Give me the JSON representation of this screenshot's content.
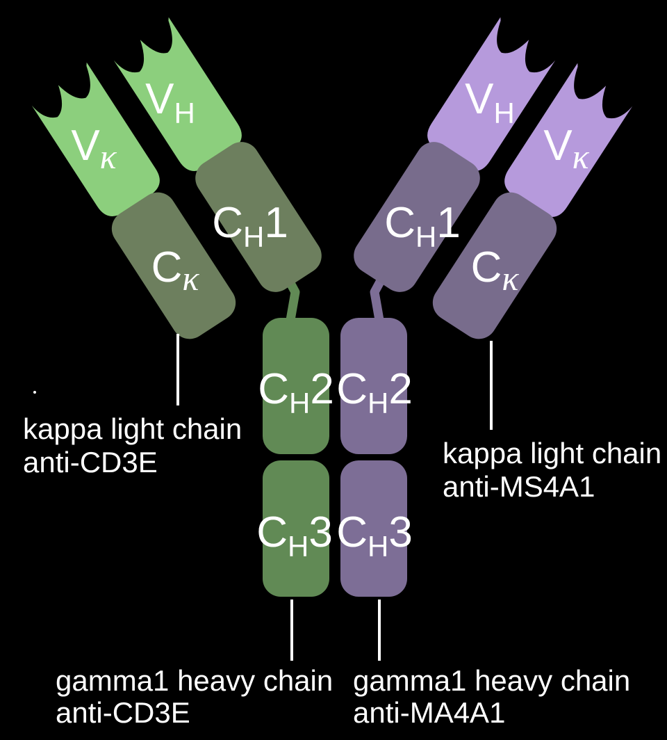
{
  "colors": {
    "background": "#000000",
    "light_green": "#8ccf7d",
    "dark_green": "#6d7f5e",
    "stem_green": "#618a55",
    "light_purple": "#b69adc",
    "dark_purple": "#786c8c",
    "stem_purple": "#7d6e96",
    "text": "#ffffff",
    "leader_line": "#ffffff"
  },
  "left_arm": {
    "v_kappa": {
      "main": "V",
      "sub": "κ"
    },
    "v_h": {
      "main": "V",
      "sub": "H"
    },
    "c_h1": {
      "main": "C",
      "sub": "H",
      "suffix": "1"
    },
    "c_kappa": {
      "main": "C",
      "sub": "κ"
    }
  },
  "right_arm": {
    "v_h": {
      "main": "V",
      "sub": "H"
    },
    "v_kappa": {
      "main": "V",
      "sub": "κ"
    },
    "c_h1": {
      "main": "C",
      "sub": "H",
      "suffix": "1"
    },
    "c_kappa": {
      "main": "C",
      "sub": "κ"
    }
  },
  "stem": {
    "ch2_left": {
      "main": "C",
      "sub": "H",
      "suffix": "2"
    },
    "ch2_right": {
      "main": "C",
      "sub": "H",
      "suffix": "2"
    },
    "ch3_left": {
      "main": "C",
      "sub": "H",
      "suffix": "3"
    },
    "ch3_right": {
      "main": "C",
      "sub": "H",
      "suffix": "3"
    }
  },
  "annotations": {
    "left_light_chain": {
      "line1": "kappa light chain",
      "line2": "anti-CD3E"
    },
    "right_light_chain": {
      "line1": "kappa light chain",
      "line2": "anti-MS4A1"
    },
    "left_heavy_chain": {
      "line1": "gamma1 heavy chain",
      "line2": "anti-CD3E"
    },
    "right_heavy_chain": {
      "line1": "gamma1 heavy chain",
      "line2": "anti-MA4A1"
    }
  }
}
